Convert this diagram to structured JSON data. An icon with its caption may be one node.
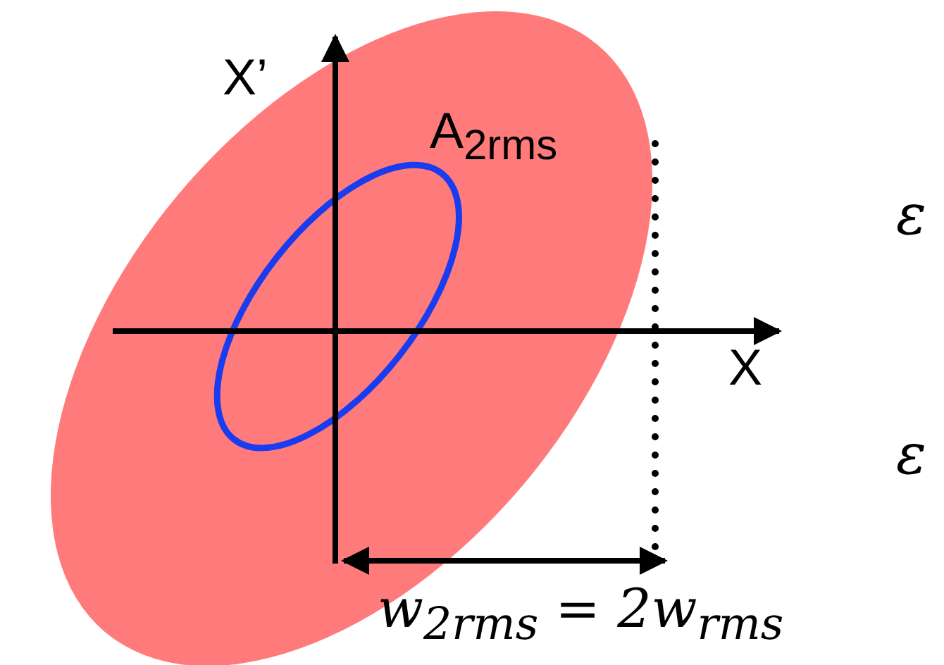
{
  "diagram": {
    "nodes": [
      {
        "text": [
          "A$_{2rms}$"
        ]
      },
      {
        "text": [],
        "shape": "ellipse",
        "in": 0
      }
    ],
    "labels": [
      "X’",
      "ε",
      "X",
      "ε",
      "w$_{2rms}$ = 2w$_{rms}$"
    ]
  }
}
